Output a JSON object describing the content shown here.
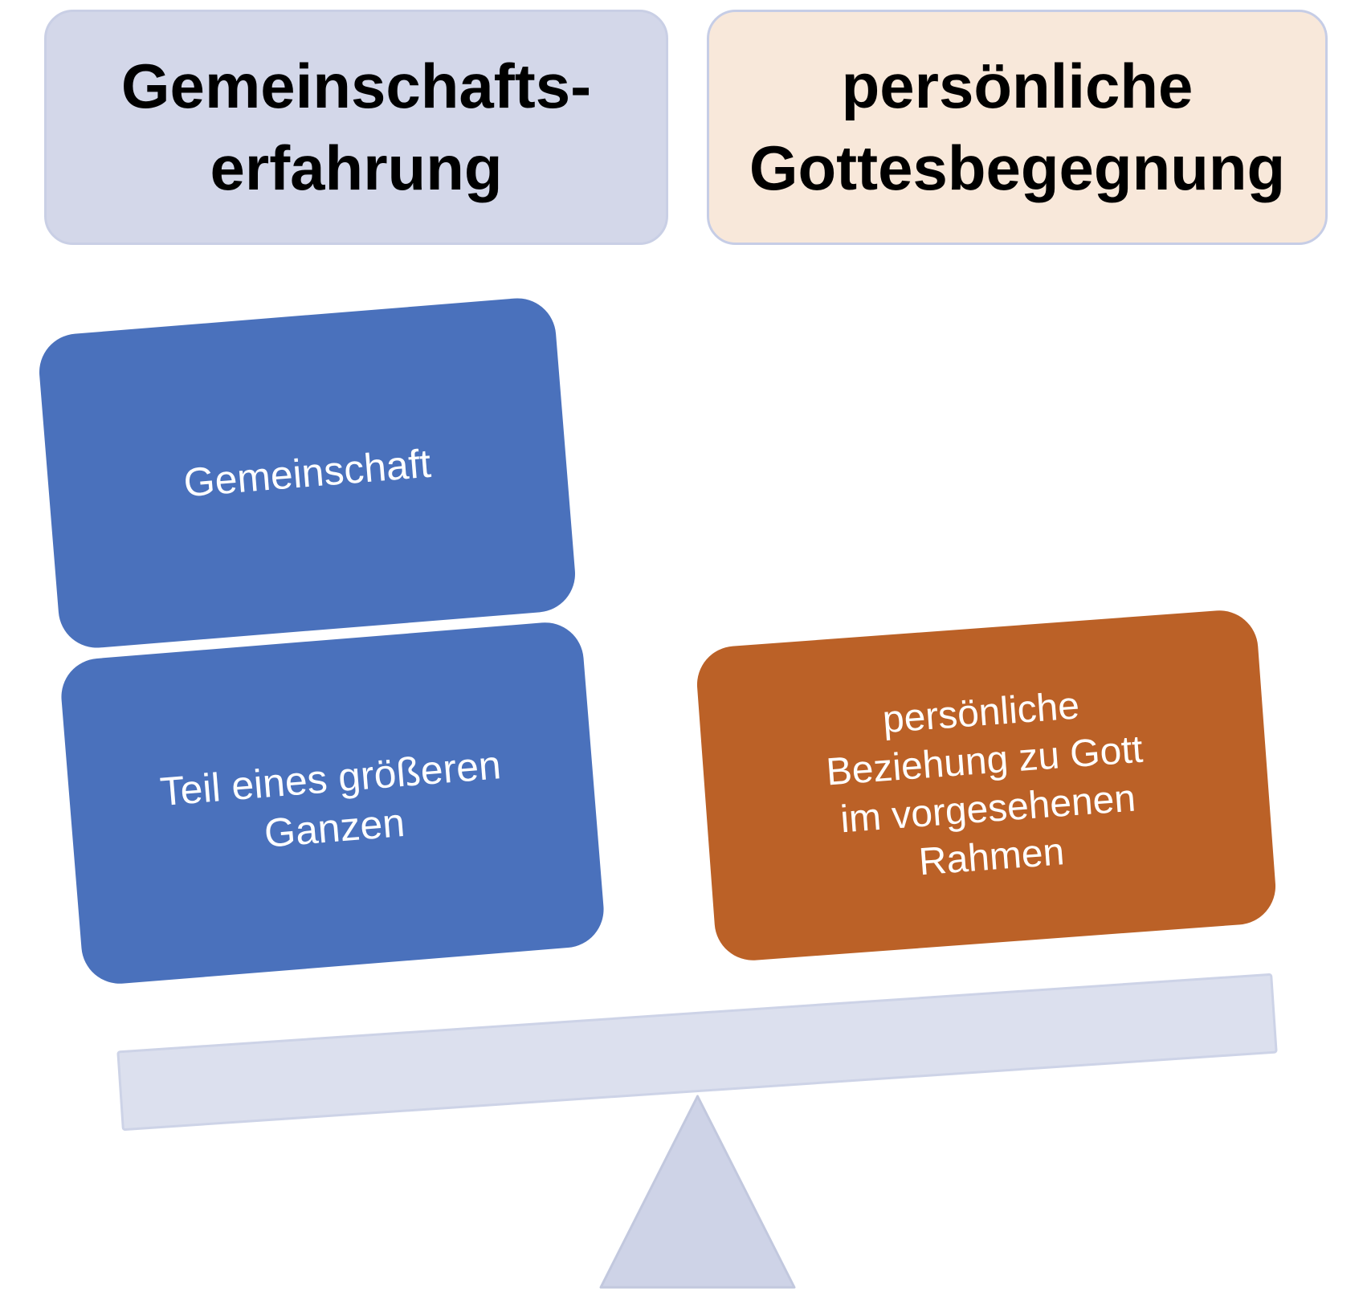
{
  "diagram_title": "Gemeinschaftserfahrung vs. persönliche Gottesbegegnung (Wippe / Balance)",
  "colors": {
    "lavender": "#d3d7e9",
    "lavender-border": "#c9cfe5",
    "peach": "#f8e8da",
    "peach-border": "#c6cde6",
    "blue": "#4a71bc",
    "orange": "#bb6127",
    "beam": "#dce0ee",
    "beam-border": "#cdd3e7",
    "fulcrum": "#ced3e7",
    "fulcrum-border": "#c2c8de",
    "header-text": "#000000",
    "card-text": "#ffffff"
  },
  "headers": {
    "left": {
      "text": "Gemeinschafts-\nerfahrung"
    },
    "right": {
      "text": "persönliche\nGottesbegegnung"
    }
  },
  "cards": {
    "community": {
      "text": "Gemeinschaft",
      "side": "left",
      "color": "#4a71bc"
    },
    "part_of_whole": {
      "text": "Teil eines größeren\nGanzen",
      "side": "left",
      "color": "#4a71bc"
    },
    "personal_relationship": {
      "text": "persönliche\nBeziehung zu Gott\nim vorgesehenen\nRahmen",
      "side": "right",
      "color": "#bb6127"
    }
  },
  "seesaw": {
    "tilt": "left side down, right side up",
    "beam_color": "#dce0ee",
    "fulcrum_color": "#ced3e7"
  }
}
